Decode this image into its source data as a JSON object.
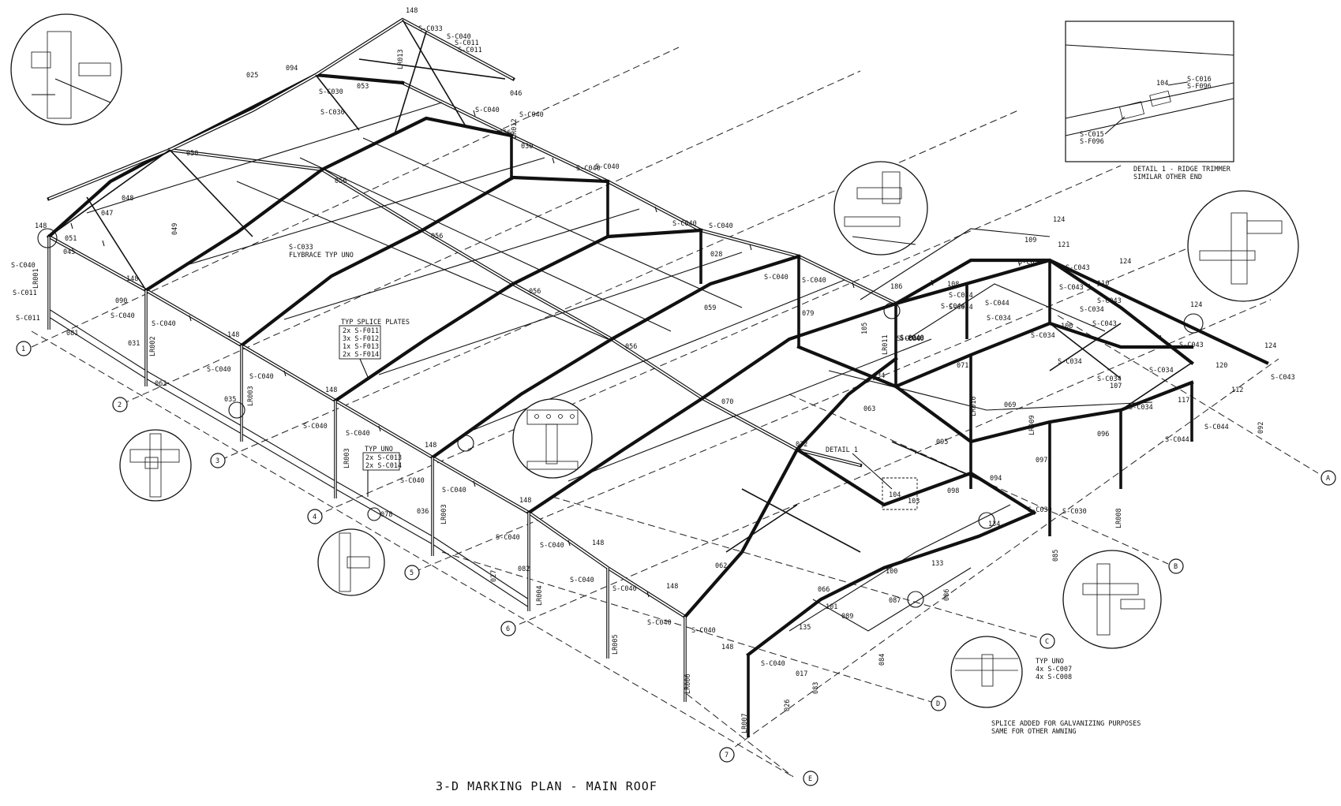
{
  "title": "3-D MARKING PLAN - MAIN ROOF",
  "grid_numbers": [
    "1",
    "2",
    "3",
    "4",
    "5",
    "6",
    "7"
  ],
  "grid_letters": [
    "A",
    "B",
    "C",
    "D",
    "E"
  ],
  "notes": {
    "flybrace_1": "S-C033",
    "flybrace_2": "FLYBRACE TYP UNO",
    "splice_title": "TYP SPLICE PLATES",
    "splice_1": "2x  S-F011",
    "splice_2": "3x  S-F012",
    "splice_3": "1x  S-F013",
    "splice_4": "2x  S-F014",
    "typ_uno_title": "TYP UNO",
    "typ_uno_1": "2x  S-C013",
    "typ_uno_2": "2x  S-C014",
    "detail1_pointer": "DETAIL 1",
    "detail1_caption_1": "DETAIL 1 - RIDGE TRIMMER",
    "detail1_caption_2": "SIMILAR OTHER END",
    "detail1_label_1": "S-C016",
    "detail1_label_2": "S-F096",
    "detail1_label_3": "S-C015",
    "detail1_label_4": "S-F096",
    "detail1_member": "104",
    "awning_typ_title": "TYP UNO",
    "awning_typ_1": "4x  S-C007",
    "awning_typ_2": "4x  S-C008",
    "awning_splice_1": "SPLICE ADDED FOR GALVANIZING PURPOSES",
    "awning_splice_2": "SAME FOR OTHER AWNING"
  },
  "labels": {
    "l01": "S-C040",
    "l02": "S-C011",
    "l03": "S-C011",
    "l04": "LR001",
    "l05": "LR002",
    "l06": "LR003",
    "l07": "LR003",
    "l08": "LR003",
    "l09": "LR004",
    "l10": "LR005",
    "l11": "LR006",
    "l12": "LR007",
    "l13": "S-C040",
    "l14": "S-C040",
    "l15": "S-C040",
    "l16": "S-C040",
    "l17": "S-C040",
    "l18": "S-C040",
    "l19": "S-C040",
    "l20": "S-C040",
    "l21": "S-C040",
    "l22": "S-C040",
    "l23": "S-C040",
    "l24": "S-C040",
    "l25": "S-C040",
    "l26": "S-C040",
    "l27": "S-C040",
    "l28": "S-C040",
    "l29": "S-C040",
    "l30": "S-C040",
    "l31": "S-C033",
    "l32": "S-C040",
    "l33": "S-C011",
    "l34": "S-C011",
    "l35": "S-C030",
    "l36": "S-C030",
    "l37": "S-C040",
    "l38": "S-C040",
    "l39": "S-C040",
    "l40": "S-C040",
    "l41": "S-C040",
    "l42": "S-C040",
    "l43": "S-C034",
    "l44": "S-C043",
    "l45": "S-C034",
    "l46": "S-C043",
    "l47": "S-C034",
    "l48": "S-C044",
    "l49": "S-C034",
    "l50": "S-C043",
    "l51": "S-C034",
    "l52": "S-C043",
    "l53": "S-C034",
    "l54": "S-C043",
    "l55": "S-C034",
    "l56": "S-C034",
    "l57": "S-C034",
    "l58": "S-C044",
    "l59": "S-C044",
    "l60": "S-C030",
    "l61": "S-C030",
    "l62": "S-C040",
    "l63": "S-C034",
    "l64": "S-C044",
    "l65": "S-C043",
    "l66": "S-C040",
    "l67": "LR008",
    "l68": "LR009",
    "l69": "LR010",
    "l70": "LR011",
    "l71": "LR012",
    "l72": "LR013",
    "l73": "148",
    "l74": "148",
    "l75": "148",
    "l76": "148",
    "l77": "148",
    "l78": "148",
    "l79": "148",
    "l80": "148",
    "l81": "148",
    "l82": "148",
    "l83": "186",
    "l84": "124",
    "l85": "124",
    "l86": "124",
    "l87": "124",
    "l88": "056",
    "l89": "056",
    "l90": "056",
    "l91": "056",
    "l92": "056",
    "l93": "070",
    "l94": "072",
    "l95": "063",
    "l96": "069",
    "l97": "096",
    "l98": "097",
    "l99": "098",
    "l100": "095",
    "l101": "094",
    "l102": "081",
    "l103": "090",
    "l104": "031",
    "l105": "061",
    "l106": "035",
    "l107": "078",
    "l108": "036",
    "l109": "027",
    "l110": "082",
    "l111": "083",
    "l112": "084",
    "l113": "085",
    "l114": "086",
    "l115": "087",
    "l116": "092",
    "l117": "117",
    "l118": "112",
    "l119": "120",
    "l120": "121",
    "l121": "109",
    "l122": "110",
    "l123": "108",
    "l124": "105",
    "l125": "106",
    "l126": "107",
    "l127": "134",
    "l128": "135",
    "l129": "133",
    "l130": "101",
    "l131": "089",
    "l132": "100",
    "l133": "103",
    "l134": "047",
    "l135": "048",
    "l136": "050",
    "l137": "045",
    "l138": "051",
    "l139": "025",
    "l140": "094",
    "l141": "053",
    "l142": "049",
    "l143": "046",
    "l144": "030",
    "l145": "028",
    "l146": "059",
    "l147": "071",
    "l148": "079",
    "l149": "034",
    "l150": "104",
    "l151": "062",
    "l152": "066",
    "l153": "026",
    "l154": "017"
  }
}
